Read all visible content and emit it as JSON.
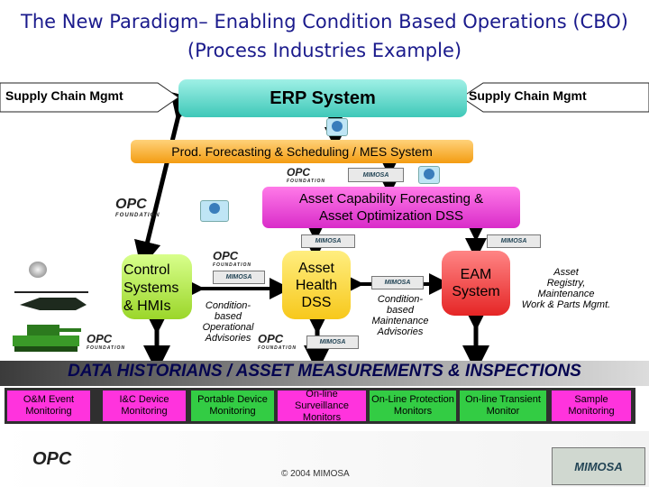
{
  "title": {
    "line1": "The New Paradigm– Enabling Condition Based Operations (CBO)",
    "line2": "(Process Industries Example)"
  },
  "top_row": {
    "scm_left": "Supply Chain Mgmt",
    "erp": "ERP System",
    "scm_right": "Supply Chain Mgmt"
  },
  "prod": "Prod. Forecasting & Scheduling / MES System",
  "acfds": {
    "line1": "Asset Capability Forecasting &",
    "line2": "Asset Optimization DSS"
  },
  "control": {
    "line1": "Control",
    "line2": "Systems",
    "line3": "& HMIs"
  },
  "cond_ops": {
    "line1": "Condition-",
    "line2": "based",
    "line3": "Operational",
    "line4": "Advisories"
  },
  "ahdss": {
    "line1": "Asset",
    "line2": "Health",
    "line3": "DSS"
  },
  "cond_maint": {
    "line1": "Condition-",
    "line2": "based",
    "line3": "Maintenance",
    "line4": "Advisories"
  },
  "eam": {
    "line1": "EAM",
    "line2": "System"
  },
  "asset_registry": {
    "line1": "Asset",
    "line2": "Registry,",
    "line3": "Maintenance",
    "line4": "Work & Parts Mgmt."
  },
  "historians": "DATA HISTORIANS / ASSET MEASUREMENTS & INSPECTIONS",
  "bottom_boxes": [
    {
      "line1": "O&M Event",
      "line2": "Monitoring"
    },
    {
      "line1": "I&C Device",
      "line2": "Monitoring"
    },
    {
      "line1": "Portable Device",
      "line2": "Monitoring"
    },
    {
      "line1": "On-line Surveillance",
      "line2": "Monitors"
    },
    {
      "line1": "On-Line Protection",
      "line2": "Monitors"
    },
    {
      "line1": "On-line Transient",
      "line2": "Monitor"
    },
    {
      "line1": "Sample",
      "line2": "Monitoring"
    }
  ],
  "logos": {
    "opc": "OPC",
    "opc_sub": "FOUNDATION",
    "mimosa": "MIMOSA"
  },
  "footer": "© 2004 MIMOSA",
  "colors": {
    "title": "#1a1a8c",
    "erp": "#3fc8b8",
    "prod": "#f39c12",
    "acfds": "#d92cc9",
    "ahdss": "#f7c81b",
    "control": "#9bd62a",
    "eam": "#e52525",
    "bottom_box": "#ff33dd",
    "bottom_box_alt": "#33cc44"
  }
}
